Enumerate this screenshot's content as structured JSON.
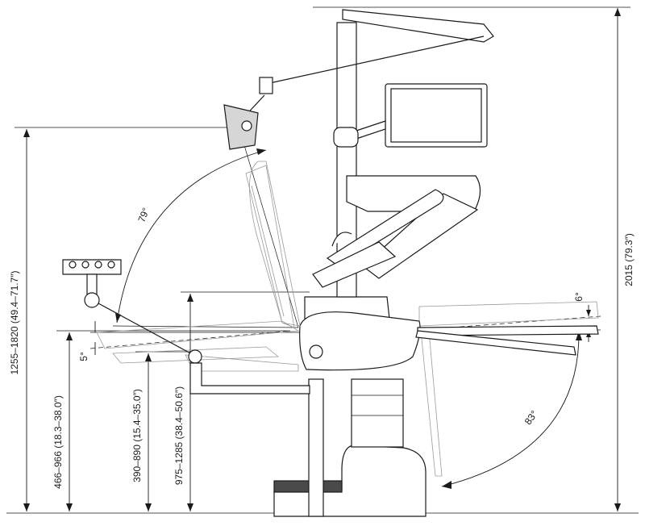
{
  "dimensions": {
    "overall_height": "2015 (79.3″)",
    "headrest_height": "1255–1820 (49.4–71.7″)",
    "footrest_height": "466–966 (18.3–38.0″)",
    "seat_height": "390–890 (15.4–35.0″)",
    "armrest_height": "975–1285 (38.4–50.6″)"
  },
  "angles": {
    "backrest": "79°",
    "leg_tilt": "5°",
    "seat_tilt": "6°",
    "tray_swing": "83°"
  },
  "colors": {
    "line": "#1a1a1a",
    "ghost": "#9a9a9a",
    "shade": "#d6d6d6",
    "dark": "#4a4a4a"
  }
}
